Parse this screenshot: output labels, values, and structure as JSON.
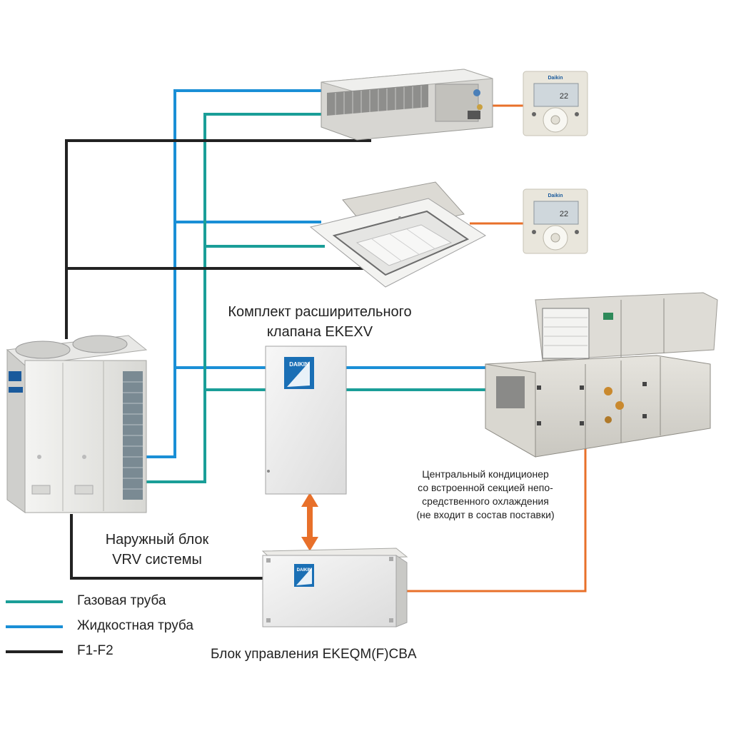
{
  "labels": {
    "expansion_kit_line1": "Комплект расширительного",
    "expansion_kit_line2": "клапана EKEXV",
    "outdoor_line1": "Наружный блок",
    "outdoor_line2": "VRV системы",
    "ahu_line1": "Центральный кондиционер",
    "ahu_line2": "со встроенной секцией непо-",
    "ahu_line3": "средственного охлаждения",
    "ahu_line4": "(не входит в состав поставки)",
    "control_box": "Блок управления EKEQM(F)CBA"
  },
  "brand": {
    "name": "DAIKIN",
    "remote_brand": "Daikin",
    "remote_temp": "22"
  },
  "legend": [
    {
      "label": "Газовая труба",
      "color": "#1a9e98"
    },
    {
      "label": "Жидкостная труба",
      "color": "#1a8fd6"
    },
    {
      "label": "F1-F2",
      "color": "#222222"
    }
  ],
  "colors": {
    "gas_pipe": "#1a9e98",
    "liquid_pipe": "#1a8fd6",
    "f1f2": "#222222",
    "control_wire": "#e8702a"
  }
}
